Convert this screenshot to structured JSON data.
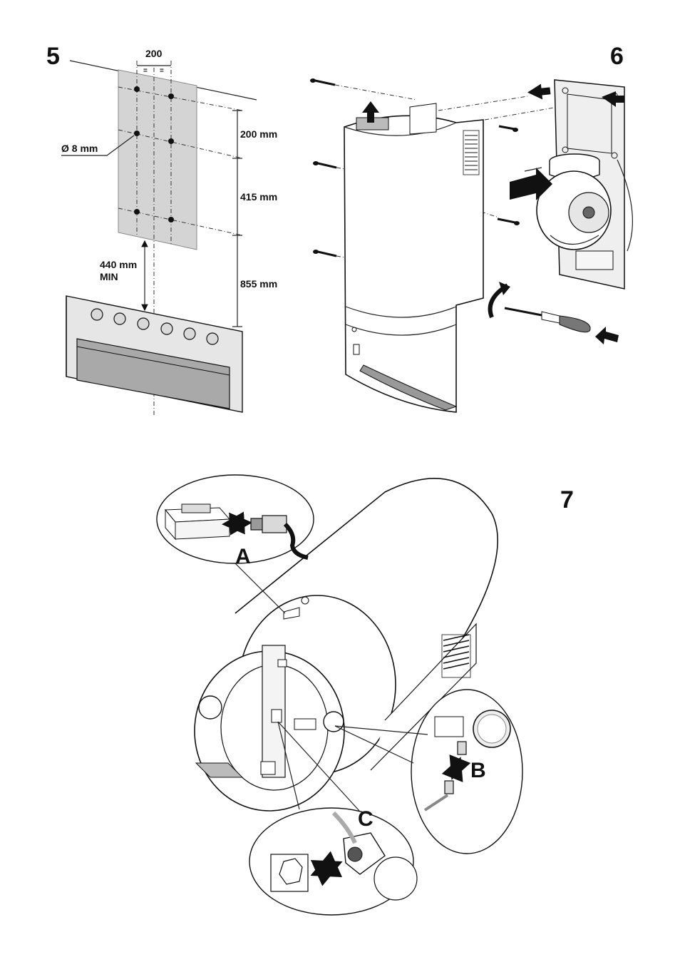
{
  "steps": {
    "step5": {
      "number": "5"
    },
    "step6": {
      "number": "6"
    },
    "step7": {
      "number": "7"
    }
  },
  "dimensions": {
    "top_width": "200",
    "equal_mark_left": "=",
    "equal_mark_right": "=",
    "hole_diameter": "Ø 8 mm",
    "spacing_top": "200 mm",
    "spacing_mid": "415 mm",
    "height_bottom": "855 mm",
    "min_clearance_value": "440 mm",
    "min_clearance_label": "MIN"
  },
  "callouts": {
    "a": "A",
    "b": "B",
    "c": "C"
  }
}
